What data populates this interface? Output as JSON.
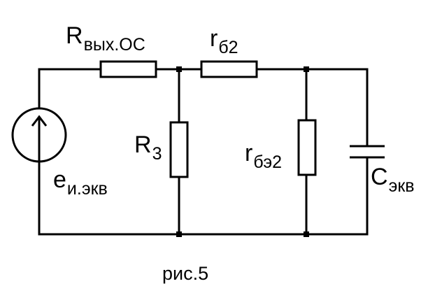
{
  "figure": {
    "colors": {
      "wire": "#000000",
      "background": "#ffffff"
    },
    "labels": {
      "r_out_fb": {
        "main": "R",
        "sub": "вых.ОС"
      },
      "r_b2": {
        "main": "r",
        "sub": "б2"
      },
      "r_3": {
        "main": "R",
        "sub": "3"
      },
      "r_be2": {
        "main": "r",
        "sub": "бэ2"
      },
      "c_eq": {
        "main": "C",
        "sub": "экв"
      },
      "e_source": {
        "main": "e",
        "sub": "и.экв"
      }
    },
    "caption": "рис.5"
  }
}
